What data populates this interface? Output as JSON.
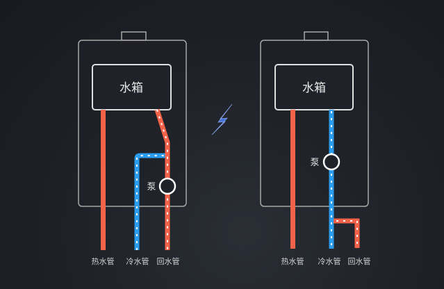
{
  "colors": {
    "hot": "#f2634a",
    "cold": "#2a9df0",
    "outline": "#a8a8a8",
    "background": "#1e2127"
  },
  "left_unit": {
    "tank_label": "水箱",
    "pump_label": "泵",
    "pipes": [
      "热水管",
      "冷水管",
      "回水管"
    ]
  },
  "right_unit": {
    "tank_label": "水箱",
    "pump_label": "泵",
    "pipes": [
      "热水管",
      "冷水管",
      "回水管"
    ]
  },
  "divider_icon": "lightning-icon"
}
